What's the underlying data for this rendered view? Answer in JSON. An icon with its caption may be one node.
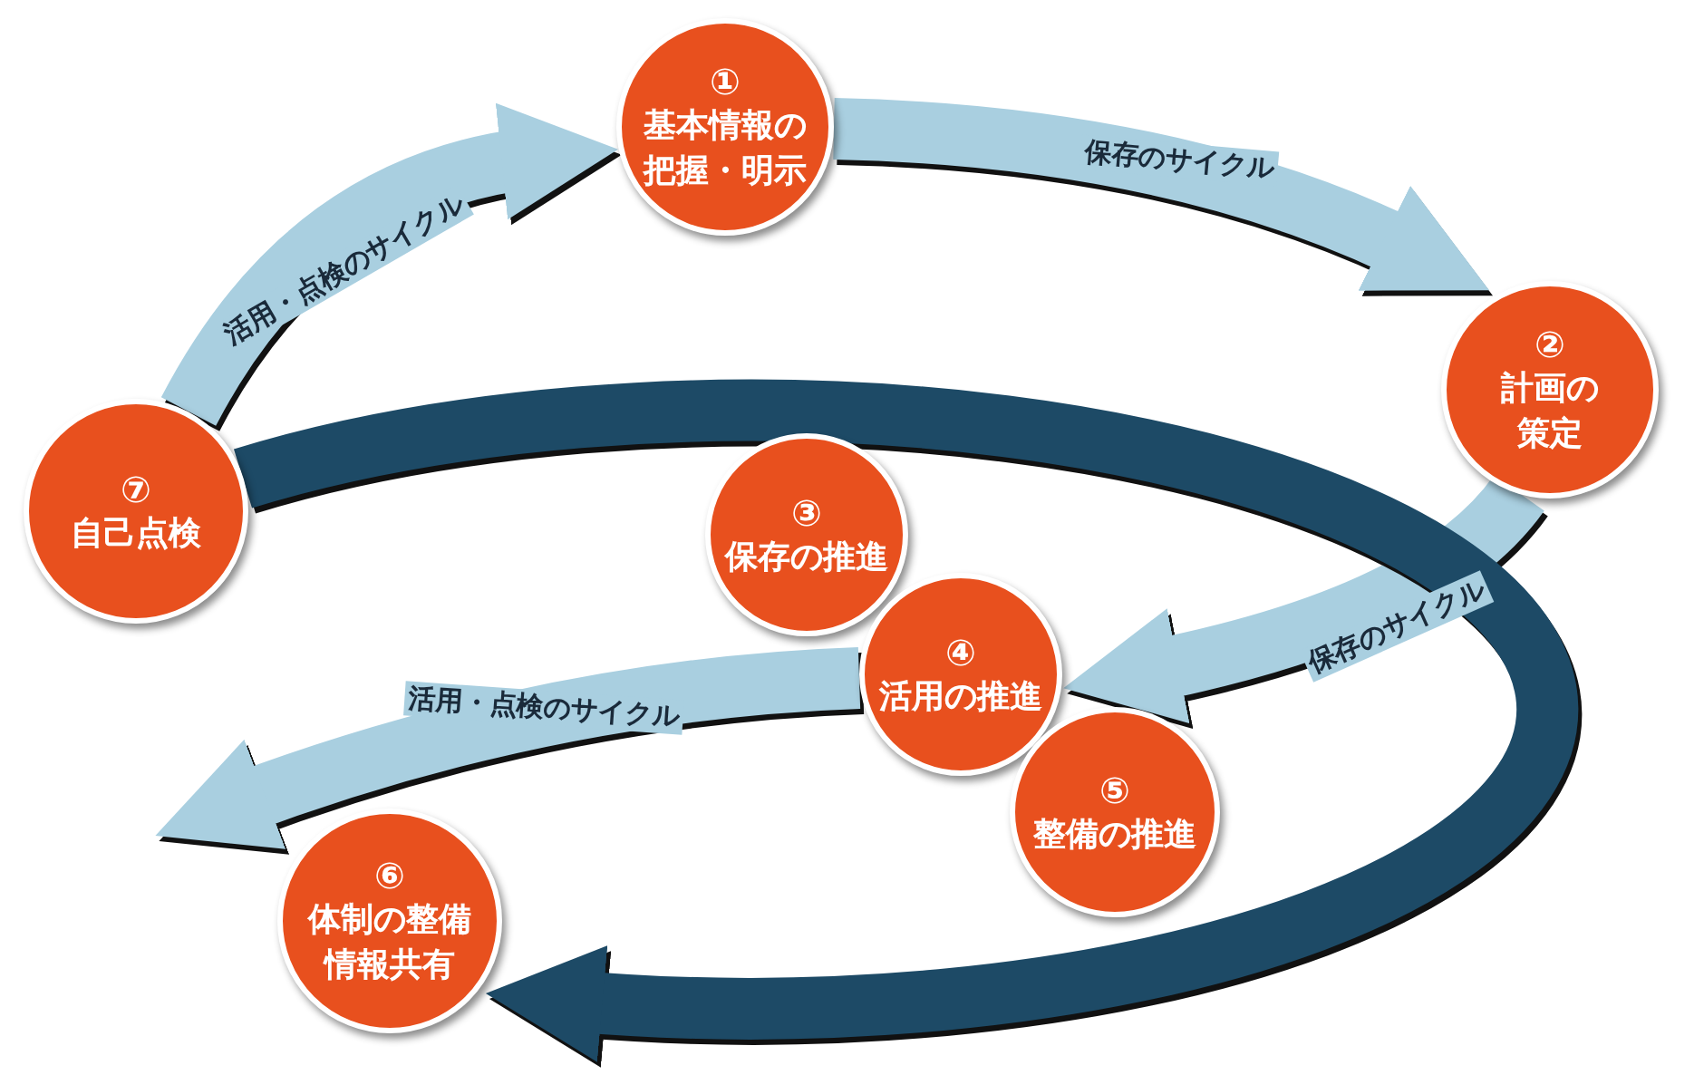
{
  "diagram": {
    "nodes": [
      {
        "text": [
          "①",
          "基本情報の把握・明示"
        ]
      },
      {
        "text": [
          "②",
          "計画の策定"
        ]
      },
      {
        "text": [
          "③",
          "保存の推進"
        ]
      },
      {
        "text": [
          "④",
          "活用の推進"
        ]
      },
      {
        "text": [
          "⑤",
          "整備の推進"
        ]
      },
      {
        "text": [
          "⑥",
          "体制の整備情報共有"
        ]
      },
      {
        "text": [
          "⑦",
          "自己点検"
        ]
      }
    ],
    "edges": [
      {
        "from": 6,
        "to": 0,
        "arrow": "to",
        "label": "活用・点検のサイクル"
      },
      {
        "from": 0,
        "to": 1,
        "arrow": "to",
        "label": "保存のサイクル"
      },
      {
        "from": 1,
        "to": 3,
        "arrow": "to",
        "label": "保存のサイクル"
      },
      {
        "from": 3,
        "to": 5,
        "arrow": "to",
        "label": "活用・点検のサイクル"
      },
      {
        "from": 6,
        "to": 5,
        "arrow": "to",
        "color": "#1d4a66"
      }
    ]
  }
}
